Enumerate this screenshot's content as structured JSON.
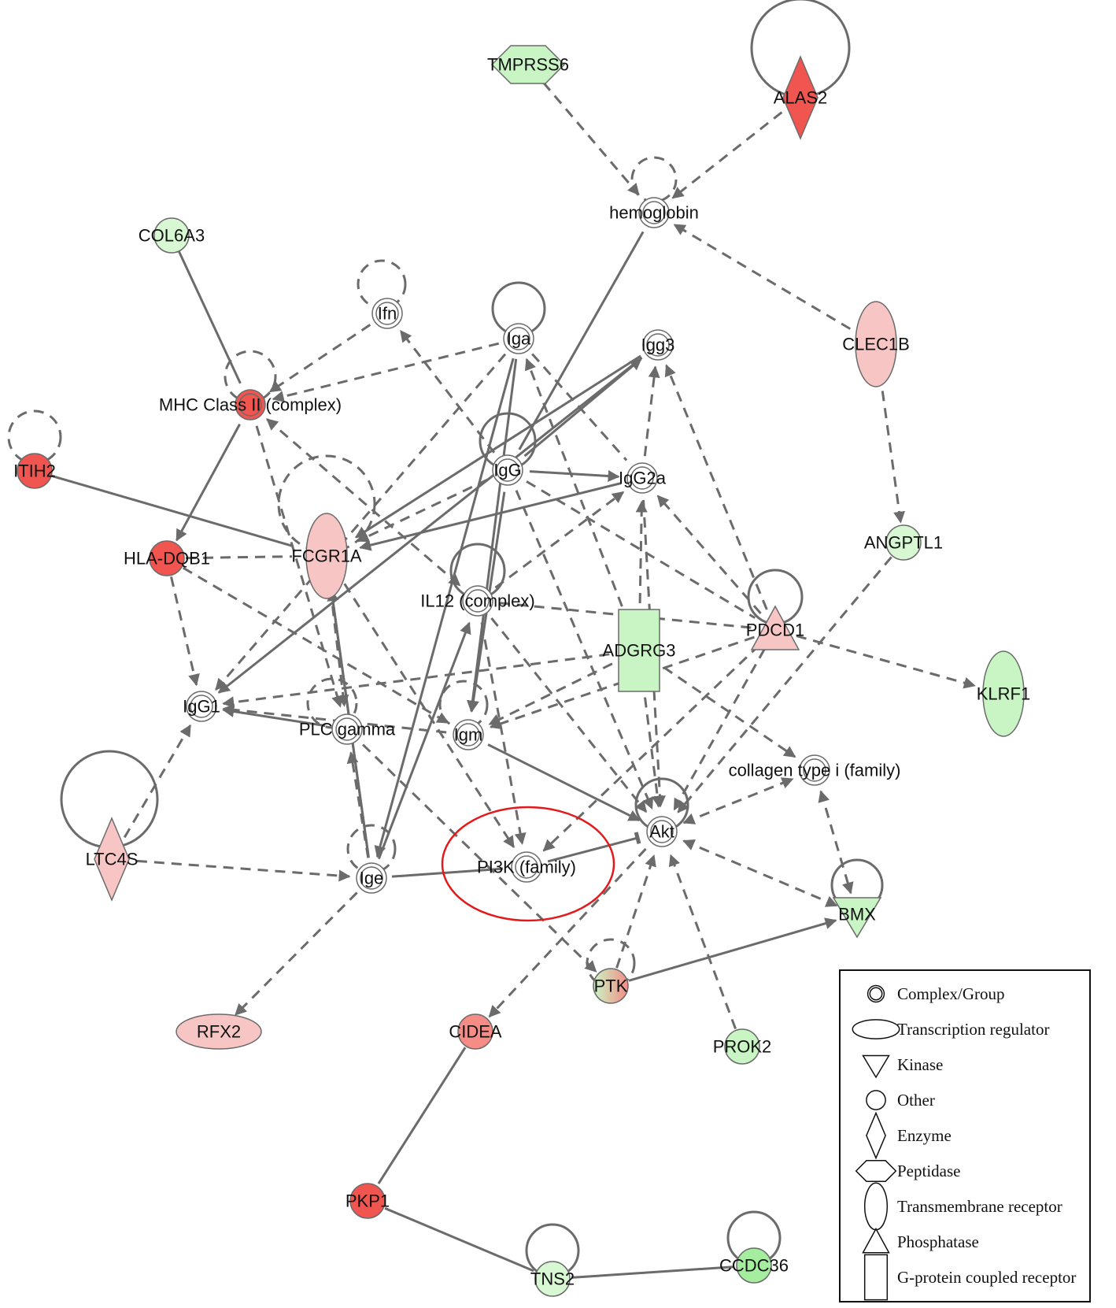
{
  "colors": {
    "edge": "#6b6b6b",
    "red_strong": "#f0554f",
    "red_light": "#f8c5c5",
    "red_mid": "#f58c86",
    "green_light": "#c8f5c3",
    "green_mid": "#a6ee9f",
    "white": "#ffffff",
    "highlight": "#e31a1c"
  },
  "nodes": [
    {
      "id": "TMPRSS6",
      "label": "TMPRSS6",
      "shape": "peptidase",
      "fill": "#c8f5c3"
    },
    {
      "id": "ALAS2",
      "label": "ALAS2",
      "shape": "enzyme",
      "fill": "#f0554f"
    },
    {
      "id": "hemoglobin",
      "label": "hemoglobin",
      "shape": "complex",
      "fill": "#ffffff"
    },
    {
      "id": "COL6A3",
      "label": "COL6A3",
      "shape": "other",
      "fill": "#d8f8d4"
    },
    {
      "id": "CLEC1B",
      "label": "CLEC1B",
      "shape": "transmembrane",
      "fill": "#f8c5c5"
    },
    {
      "id": "Ifn",
      "label": "Ifn",
      "shape": "complex",
      "fill": "#ffffff"
    },
    {
      "id": "Iga",
      "label": "Iga",
      "shape": "complex",
      "fill": "#ffffff"
    },
    {
      "id": "Igg3",
      "label": "Igg3",
      "shape": "complex",
      "fill": "#ffffff"
    },
    {
      "id": "MHC",
      "label": "MHC Class II (complex)",
      "shape": "complex",
      "fill": "#f0554f"
    },
    {
      "id": "ITIH2",
      "label": "ITIH2",
      "shape": "other",
      "fill": "#f0554f"
    },
    {
      "id": "IgG",
      "label": "IgG",
      "shape": "complex",
      "fill": "#ffffff"
    },
    {
      "id": "IgG2a",
      "label": "IgG2a",
      "shape": "complex",
      "fill": "#ffffff"
    },
    {
      "id": "ANGPTL1",
      "label": "ANGPTL1",
      "shape": "other",
      "fill": "#d8f8d4"
    },
    {
      "id": "HLADQB1",
      "label": "HLA-DQB1",
      "shape": "other",
      "fill": "#f0554f"
    },
    {
      "id": "FCGR1A",
      "label": "FCGR1A",
      "shape": "transmembrane",
      "fill": "#f8c5c5"
    },
    {
      "id": "IL12",
      "label": "IL12 (complex)",
      "shape": "complex",
      "fill": "#ffffff"
    },
    {
      "id": "ADGRG3",
      "label": "ADGRG3",
      "shape": "gpcr",
      "fill": "#c8f5c3"
    },
    {
      "id": "PDCD1",
      "label": "PDCD1",
      "shape": "phosphatase",
      "fill": "#f8c5c5"
    },
    {
      "id": "KLRF1",
      "label": "KLRF1",
      "shape": "transmembrane",
      "fill": "#c8f5c3"
    },
    {
      "id": "IgG1",
      "label": "IgG1",
      "shape": "complex",
      "fill": "#ffffff"
    },
    {
      "id": "PLCgamma",
      "label": "PLC gamma",
      "shape": "complex",
      "fill": "#ffffff"
    },
    {
      "id": "Igm",
      "label": "Igm",
      "shape": "complex",
      "fill": "#ffffff"
    },
    {
      "id": "collagen",
      "label": "collagen type i (family)",
      "shape": "complex",
      "fill": "#ffffff"
    },
    {
      "id": "LTC4S",
      "label": "LTC4S",
      "shape": "enzyme",
      "fill": "#f8c5c5"
    },
    {
      "id": "Akt",
      "label": "Akt",
      "shape": "complex",
      "fill": "#ffffff"
    },
    {
      "id": "Ige",
      "label": "Ige",
      "shape": "complex",
      "fill": "#ffffff"
    },
    {
      "id": "PI3K",
      "label": "PI3K (family)",
      "shape": "complex",
      "fill": "#ffffff"
    },
    {
      "id": "BMX",
      "label": "BMX",
      "shape": "kinase",
      "fill": "#c8f5c3"
    },
    {
      "id": "RFX2",
      "label": "RFX2",
      "shape": "transcription",
      "fill": "#f8c5c5"
    },
    {
      "id": "CIDEA",
      "label": "CIDEA",
      "shape": "other",
      "fill": "#f58c86"
    },
    {
      "id": "PTK",
      "label": "PTK",
      "shape": "other",
      "fill": "gradient"
    },
    {
      "id": "PROK2",
      "label": "PROK2",
      "shape": "other",
      "fill": "#c8f5c3"
    },
    {
      "id": "PKP1",
      "label": "PKP1",
      "shape": "other",
      "fill": "#f0554f"
    },
    {
      "id": "TNS2",
      "label": "TNS2",
      "shape": "other",
      "fill": "#d8f8d4"
    },
    {
      "id": "CCDC36",
      "label": "CCDC36",
      "shape": "other",
      "fill": "#a6ee9f"
    }
  ],
  "edges": [
    [
      "TMPRSS6",
      "hemoglobin",
      "dashed",
      "arrow"
    ],
    [
      "ALAS2",
      "hemoglobin",
      "dashed",
      "arrow"
    ],
    [
      "CLEC1B",
      "hemoglobin",
      "dashed",
      "arrow"
    ],
    [
      "CLEC1B",
      "ANGPTL1",
      "dashed",
      "arrow"
    ],
    [
      "COL6A3",
      "MHC",
      "solid",
      "none"
    ],
    [
      "hemoglobin",
      "IgG",
      "solid",
      "none"
    ],
    [
      "Iga",
      "MHC",
      "dashed",
      "arrow"
    ],
    [
      "Ifn",
      "MHC",
      "dashed",
      "arrow"
    ],
    [
      "MHC",
      "HLADQB1",
      "solid",
      "arrow"
    ],
    [
      "MHC",
      "PLCgamma",
      "dashed",
      "arrow"
    ],
    [
      "MHC",
      "IL12",
      "dashed",
      "both"
    ],
    [
      "ITIH2",
      "FCGR1A",
      "solid",
      "none"
    ],
    [
      "HLADQB1",
      "FCGR1A",
      "dashed",
      "none"
    ],
    [
      "HLADQB1",
      "IgG1",
      "dashed",
      "arrow"
    ],
    [
      "HLADQB1",
      "Igm",
      "dashed",
      "arrow"
    ],
    [
      "IgG",
      "Ifn",
      "dashed",
      "arrow"
    ],
    [
      "IgG",
      "Igg3",
      "solid",
      "arrow"
    ],
    [
      "IgG",
      "IgG2a",
      "solid",
      "arrow"
    ],
    [
      "IgG",
      "FCGR1A",
      "dashed",
      "arrow"
    ],
    [
      "IgG",
      "Igm",
      "solid",
      "arrow"
    ],
    [
      "IgG",
      "Akt",
      "dashed",
      "arrow"
    ],
    [
      "IgG",
      "PDCD1",
      "dashed",
      "none"
    ],
    [
      "Iga",
      "IgG1",
      "dashed",
      "arrow"
    ],
    [
      "Iga",
      "Igm",
      "solid",
      "arrow"
    ],
    [
      "Iga",
      "Ige",
      "solid",
      "arrow"
    ],
    [
      "Iga",
      "IgG2a",
      "dashed",
      "none"
    ],
    [
      "Igg3",
      "FCGR1A",
      "solid",
      "arrow"
    ],
    [
      "Igg3",
      "IgG1",
      "solid",
      "arrow"
    ],
    [
      "IgG2a",
      "Igg3",
      "dashed",
      "arrow"
    ],
    [
      "IgG2a",
      "FCGR1A",
      "solid",
      "arrow"
    ],
    [
      "IgG2a",
      "Akt",
      "dashed",
      "arrow"
    ],
    [
      "IL12",
      "IgG2a",
      "dashed",
      "arrow"
    ],
    [
      "IL12",
      "Akt",
      "dashed",
      "arrow"
    ],
    [
      "IL12",
      "PI3K",
      "dashed",
      "arrow"
    ],
    [
      "IL12",
      "PDCD1",
      "dashed",
      "none"
    ],
    [
      "ADGRG3",
      "IgG2a",
      "dashed",
      "arrow"
    ],
    [
      "ADGRG3",
      "Iga",
      "dashed",
      "arrow"
    ],
    [
      "ADGRG3",
      "IgG1",
      "dashed",
      "arrow"
    ],
    [
      "ADGRG3",
      "Igm",
      "dashed",
      "arrow"
    ],
    [
      "ADGRG3",
      "collagen",
      "dashed",
      "arrow"
    ],
    [
      "ADGRG3",
      "Akt",
      "dashed",
      "arrow"
    ],
    [
      "PDCD1",
      "IgG2a",
      "dashed",
      "arrow"
    ],
    [
      "PDCD1",
      "Igg3",
      "dashed",
      "arrow"
    ],
    [
      "PDCD1",
      "KLRF1",
      "dashed",
      "arrow"
    ],
    [
      "PDCD1",
      "PI3K",
      "dashed",
      "arrow"
    ],
    [
      "PDCD1",
      "Igm",
      "dashed",
      "arrow"
    ],
    [
      "PDCD1",
      "Akt",
      "dashed",
      "arrow"
    ],
    [
      "ANGPTL1",
      "Akt",
      "dashed",
      "arrow"
    ],
    [
      "FCGR1A",
      "Ige",
      "solid",
      "none"
    ],
    [
      "Ige",
      "FCGR1A",
      "solid",
      "arrow"
    ],
    [
      "Ige",
      "PLCgamma",
      "dashed",
      "arrow"
    ],
    [
      "Ige",
      "RFX2",
      "dashed",
      "arrow"
    ],
    [
      "Ige",
      "IL12",
      "solid",
      "arrow"
    ],
    [
      "Ige",
      "PI3K",
      "solid",
      "none"
    ],
    [
      "FCGR1A",
      "PLCgamma",
      "dashed",
      "arrow"
    ],
    [
      "FCGR1A",
      "PI3K",
      "dashed",
      "arrow"
    ],
    [
      "PLCgamma",
      "IgG1",
      "solid",
      "arrow"
    ],
    [
      "PLCgamma",
      "PTK",
      "dashed",
      "arrow"
    ],
    [
      "Igm",
      "IgG1",
      "dashed",
      "arrow"
    ],
    [
      "Igm",
      "Akt",
      "solid",
      "arrow"
    ],
    [
      "LTC4S",
      "IgG1",
      "dashed",
      "arrow"
    ],
    [
      "LTC4S",
      "Ige",
      "dashed",
      "arrow"
    ],
    [
      "PI3K",
      "Akt",
      "solid",
      "bar"
    ],
    [
      "Akt",
      "collagen",
      "dashed",
      "both"
    ],
    [
      "Akt",
      "BMX",
      "dashed",
      "both"
    ],
    [
      "Akt",
      "CIDEA",
      "dashed",
      "arrow"
    ],
    [
      "PTK",
      "Akt",
      "dashed",
      "arrow"
    ],
    [
      "PROK2",
      "Akt",
      "dashed",
      "arrow"
    ],
    [
      "PTK",
      "BMX",
      "solid",
      "arrow"
    ],
    [
      "collagen",
      "BMX",
      "dashed",
      "both"
    ],
    [
      "CIDEA",
      "PKP1",
      "solid",
      "none"
    ],
    [
      "PKP1",
      "TNS2",
      "solid",
      "none"
    ],
    [
      "TNS2",
      "CCDC36",
      "solid",
      "none"
    ]
  ],
  "legend": {
    "items": [
      {
        "shape": "complex",
        "label": "Complex/Group"
      },
      {
        "shape": "transcription",
        "label": "Transcription regulator"
      },
      {
        "shape": "kinase",
        "label": "Kinase"
      },
      {
        "shape": "other",
        "label": "Other"
      },
      {
        "shape": "enzyme",
        "label": "Enzyme"
      },
      {
        "shape": "peptidase",
        "label": "Peptidase"
      },
      {
        "shape": "transmembrane",
        "label": "Transmembrane receptor"
      },
      {
        "shape": "phosphatase",
        "label": "Phosphatase"
      },
      {
        "shape": "gpcr",
        "label": "G-protein coupled receptor"
      }
    ]
  }
}
